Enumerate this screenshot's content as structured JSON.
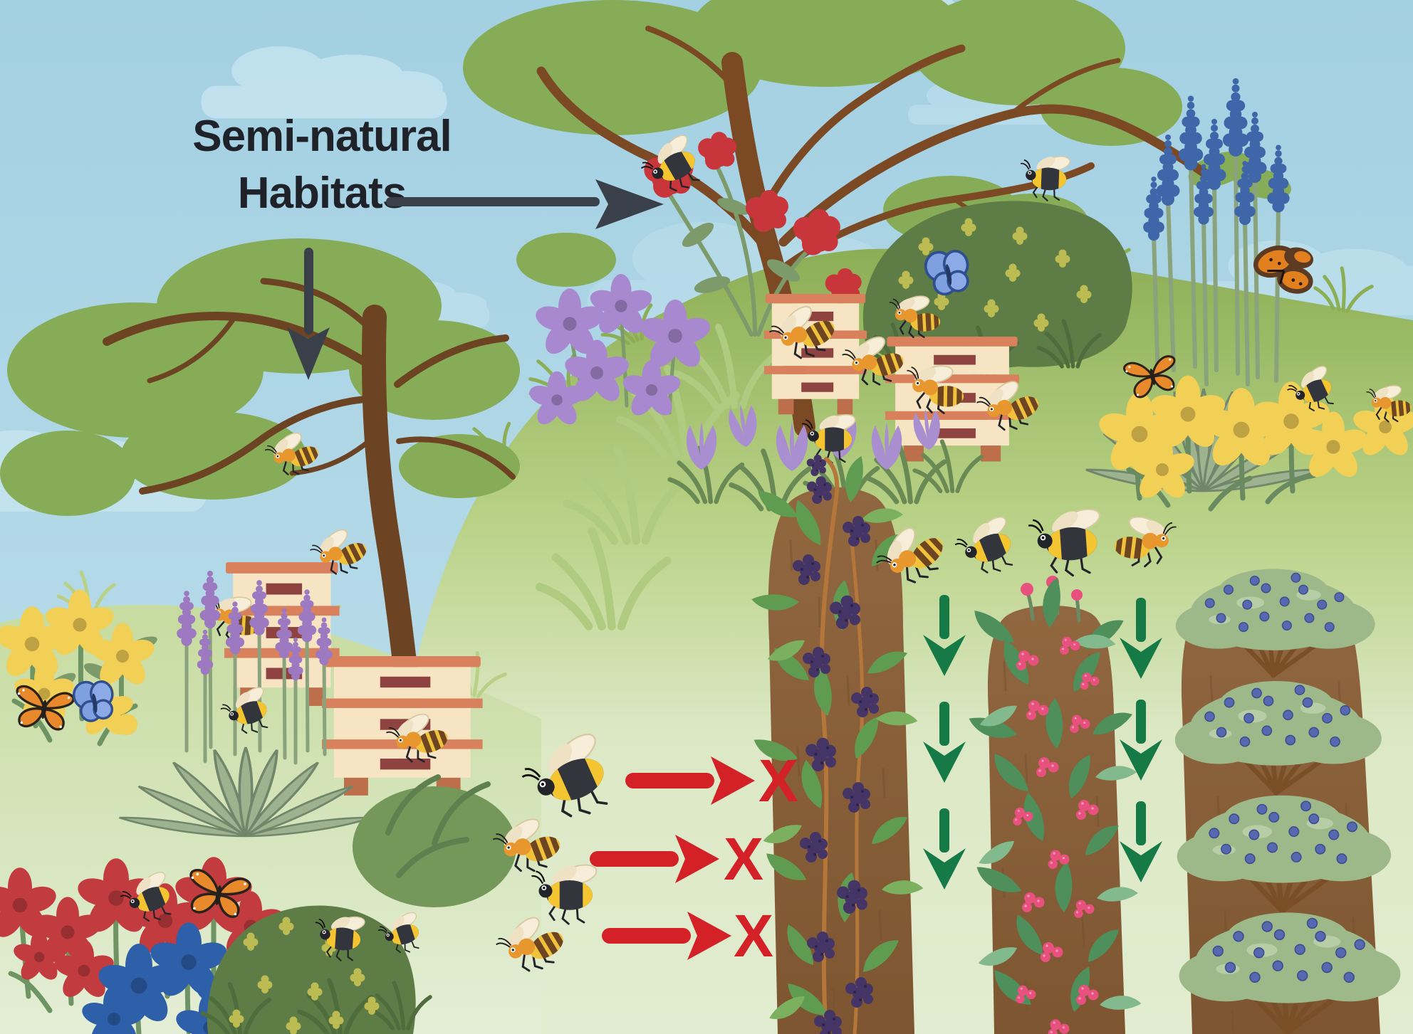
{
  "title": {
    "line1": "Semi-natural",
    "line2": "Habitats"
  },
  "markers": {
    "x_label": "X"
  },
  "colors": {
    "sky": "#a9d4e5",
    "cloud": "#c9e6f1",
    "hill_top": "#8cae55",
    "hill_mid": "#bdd590",
    "field": "#dfe9c9",
    "ground_left": "#cfe0ad",
    "ground_left_light": "#e4eed6",
    "bush": "#5d7c46",
    "bush_flower": "#bcbc52",
    "foliage": "#87ac57",
    "trunk": "#7b4a24",
    "accent_red": "#d42027",
    "accent_green": "#157a45",
    "arrow_dark": "#3a4049",
    "text": "#1f2329",
    "hive_body": "#f6e4c2",
    "hive_trim": "#d9815c",
    "hive_slot": "#8e4340",
    "soil": "#8a6138",
    "lavender": "#9c79c0",
    "lupine": "#3e66a8",
    "flower_red": "#c23b3f",
    "flower_blue": "#2e5fa9",
    "flower_yellow": "#f2cf55",
    "flower_purple": "#a888cf",
    "berry_blackberry": "#453567",
    "berry_raspberry": "#e8517e",
    "berry_blueberry": "#5668b0",
    "sage": "#9db28f"
  }
}
